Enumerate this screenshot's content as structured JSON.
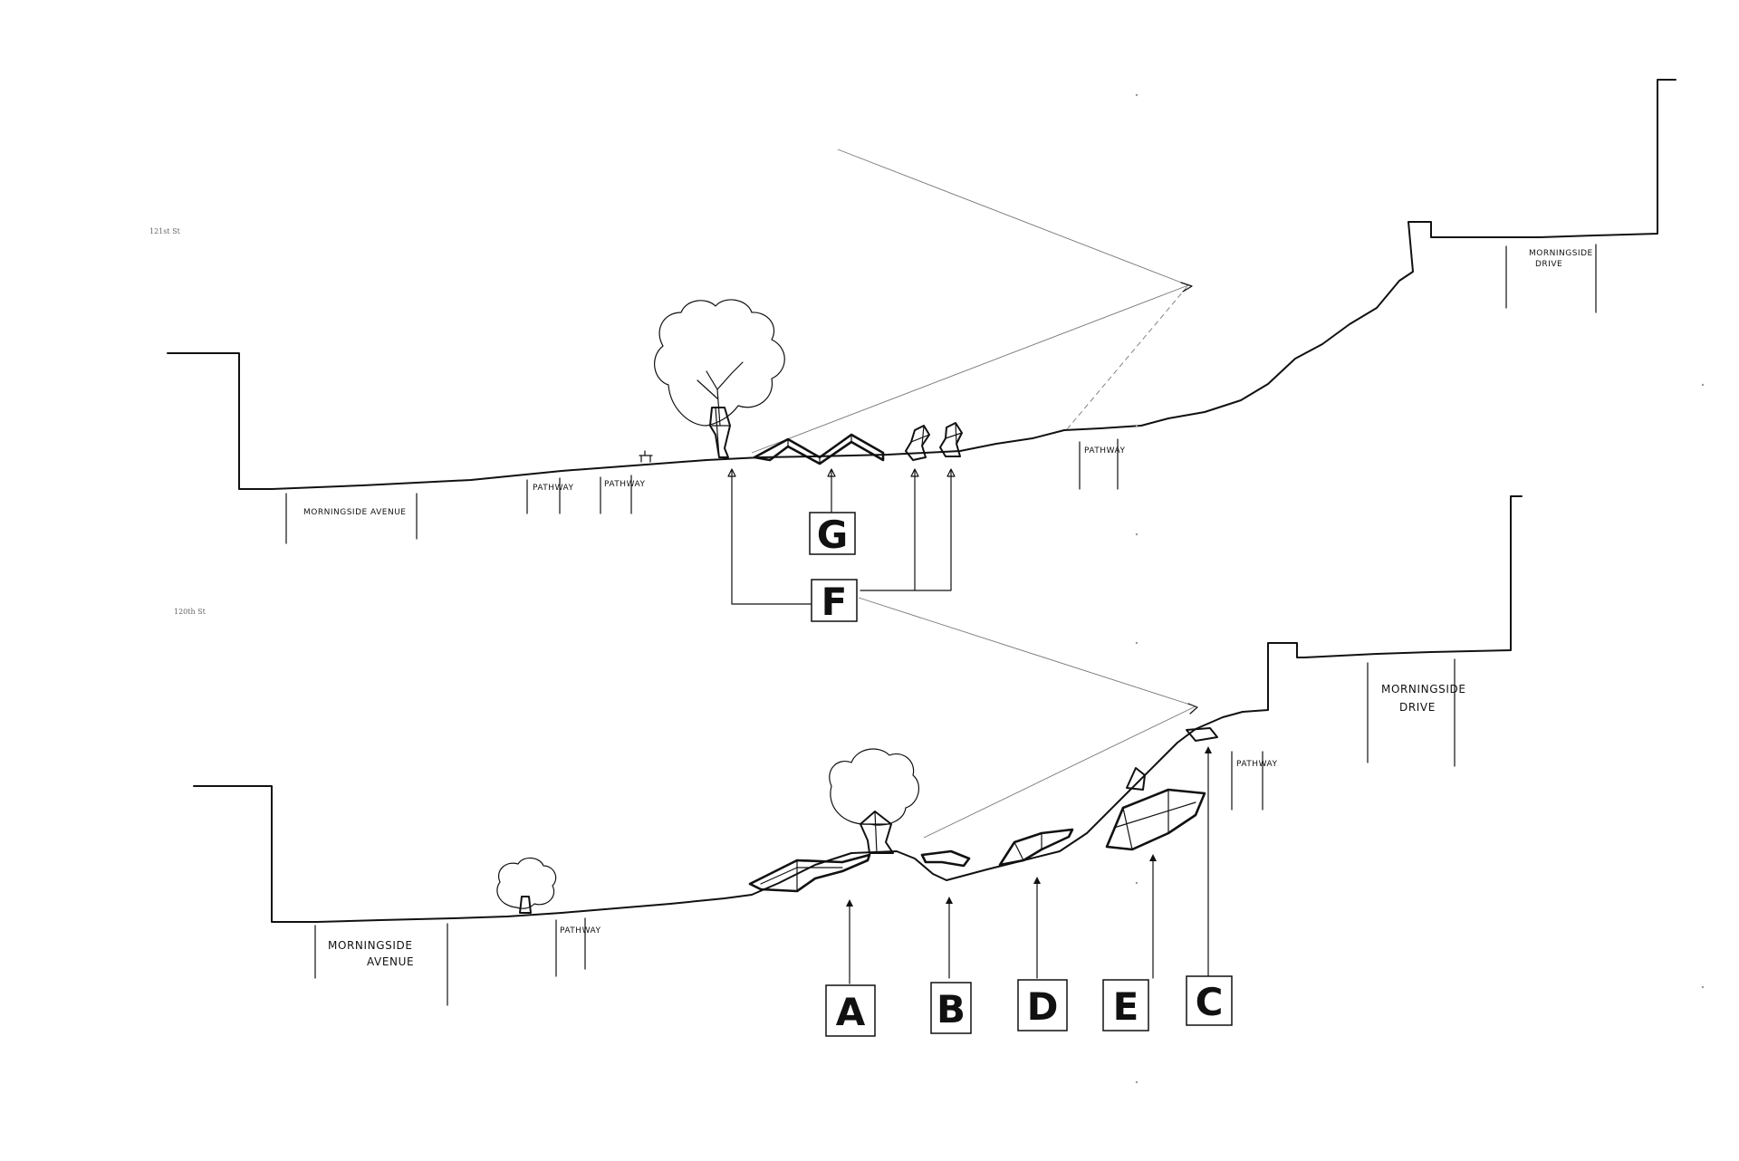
{
  "upper_section": {
    "street_note": "121st St",
    "left_street": "MORNINGSIDE AVENUE",
    "right_street": [
      "MORNINGSIDE",
      "DRIVE"
    ],
    "pathway_labels": [
      "PATHWAY",
      "PATHWAY",
      "PATHWAY"
    ]
  },
  "lower_section": {
    "street_note": "120th St",
    "left_street": [
      "MORNINGSIDE",
      "AVENUE"
    ],
    "right_street": [
      "MORNINGSIDE",
      "DRIVE"
    ],
    "pathway_labels": [
      "PATHWAY",
      "PATHWAY"
    ]
  },
  "callouts": {
    "upper": [
      "G",
      "F"
    ],
    "lower": [
      "A",
      "B",
      "D",
      "E",
      "C"
    ]
  }
}
